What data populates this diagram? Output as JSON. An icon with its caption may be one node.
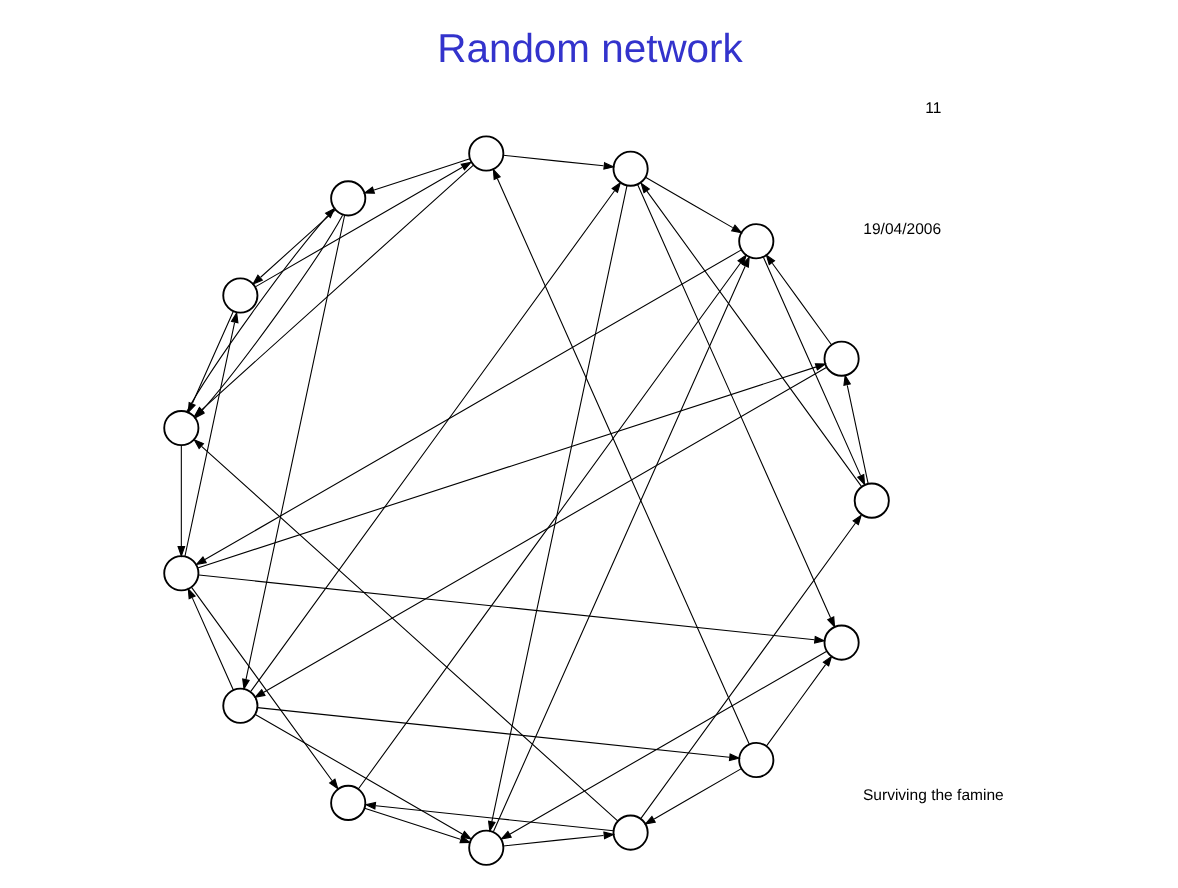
{
  "diagram": {
    "title": "Random network",
    "nodes": [
      {
        "text": [],
        "shape": "circle"
      },
      {
        "text": [],
        "shape": "circle"
      },
      {
        "text": [],
        "shape": "circle"
      },
      {
        "text": [],
        "shape": "circle"
      },
      {
        "text": [],
        "shape": "circle"
      },
      {
        "text": [],
        "shape": "circle"
      },
      {
        "text": [],
        "shape": "circle"
      },
      {
        "text": [],
        "shape": "circle"
      },
      {
        "text": [],
        "shape": "circle"
      },
      {
        "text": [],
        "shape": "circle"
      },
      {
        "text": [],
        "shape": "circle"
      },
      {
        "text": [],
        "shape": "circle"
      },
      {
        "text": [],
        "shape": "circle"
      },
      {
        "text": [],
        "shape": "circle"
      },
      {
        "text": [],
        "shape": "circle"
      }
    ],
    "edges": [
      {
        "from": 1,
        "to": 0,
        "arrow": "to"
      },
      {
        "from": 1,
        "to": 2,
        "arrow": "to"
      },
      {
        "from": 3,
        "to": 2,
        "arrow": "to"
      },
      {
        "from": 3,
        "to": 1,
        "arrow": "to"
      },
      {
        "from": 2,
        "to": 0,
        "arrow": "to"
      },
      {
        "from": 5,
        "to": 4,
        "arrow": "to"
      },
      {
        "from": 7,
        "to": 8,
        "arrow": "to"
      },
      {
        "from": 10,
        "to": 9,
        "arrow": "to"
      },
      {
        "from": 10,
        "to": 11,
        "arrow": "to"
      },
      {
        "from": 11,
        "to": 12,
        "arrow": "to"
      },
      {
        "from": 10,
        "to": 13,
        "arrow": "to"
      },
      {
        "from": 0,
        "to": 14,
        "arrow": "to"
      },
      {
        "from": 8,
        "to": 0,
        "arrow": "to"
      },
      {
        "from": 7,
        "to": 1,
        "arrow": "to"
      },
      {
        "from": 6,
        "to": 2,
        "arrow": "to"
      },
      {
        "from": 9,
        "to": 2,
        "arrow": "to"
      },
      {
        "from": 12,
        "to": 3,
        "arrow": "to"
      },
      {
        "from": 11,
        "to": 4,
        "arrow": "to"
      },
      {
        "from": 13,
        "to": 4,
        "arrow": "to"
      },
      {
        "from": 14,
        "to": 5,
        "arrow": "to"
      },
      {
        "from": 12,
        "to": 5,
        "arrow": "to"
      },
      {
        "from": 14,
        "to": 6,
        "arrow": "to"
      },
      {
        "from": 0,
        "to": 7,
        "arrow": "to"
      },
      {
        "from": 13,
        "to": 7,
        "arrow": "to"
      },
      {
        "from": 1,
        "to": 9,
        "arrow": "to"
      },
      {
        "from": 14,
        "to": 9,
        "arrow": "to"
      },
      {
        "from": 3,
        "to": 10,
        "arrow": "to"
      },
      {
        "from": 4,
        "to": 12,
        "arrow": "to"
      },
      {
        "from": 5,
        "to": 11,
        "arrow": "to"
      },
      {
        "from": 2,
        "to": 13,
        "arrow": "to"
      },
      {
        "from": 4,
        "to": 14,
        "arrow": "to"
      },
      {
        "from": 3,
        "to": 14,
        "arrow": "to"
      },
      {
        "from": 6,
        "to": 0,
        "arrow": "to"
      },
      {
        "from": 11,
        "to": 1,
        "arrow": "to"
      },
      {
        "from": 12,
        "to": 4,
        "arrow": "to"
      },
      {
        "from": 8,
        "to": 3,
        "arrow": "to"
      },
      {
        "from": 14,
        "to": 8,
        "arrow": "to"
      },
      {
        "from": 13,
        "to": 6,
        "arrow": "to"
      }
    ],
    "labels": [
      "19/04/2006",
      "Surviving the famine",
      "11"
    ]
  }
}
